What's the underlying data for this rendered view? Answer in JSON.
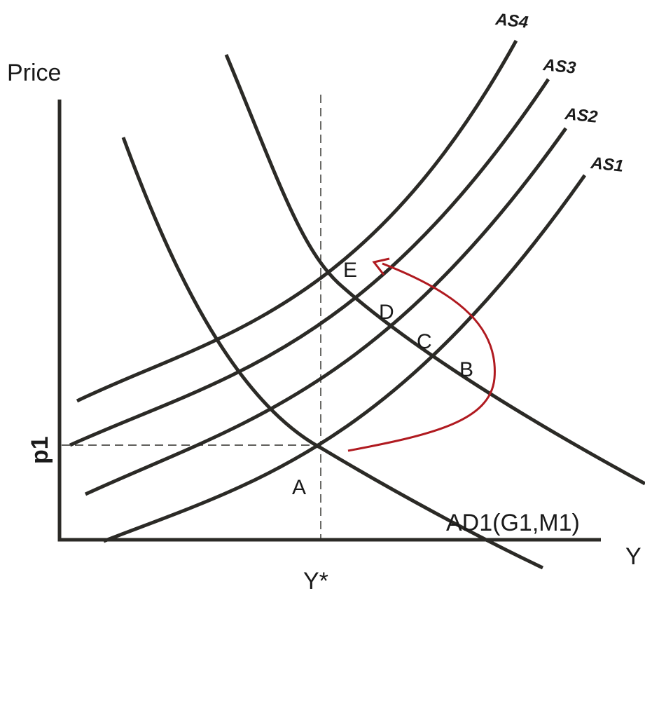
{
  "axis": {
    "y_label": "Price",
    "x_label": "Y",
    "y_tick": "p1",
    "x_tick": "Y*"
  },
  "curves": {
    "as1": "AS1",
    "as2": "AS2",
    "as3": "AS3",
    "as4": "AS4",
    "ad1": "AD1(G1,M1)"
  },
  "points": {
    "a": "A",
    "b": "B",
    "c": "C",
    "d": "D",
    "e": "E"
  },
  "colors": {
    "curve": "#2b2a26",
    "adjustment_arrow": "#b01a20"
  }
}
